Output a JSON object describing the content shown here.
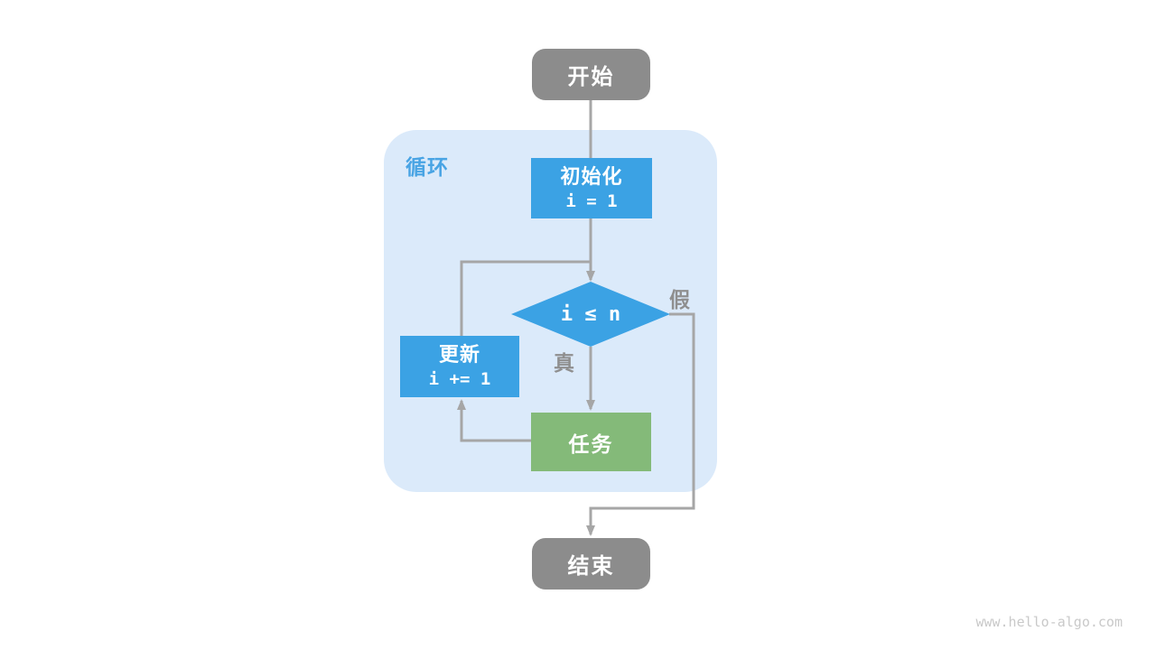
{
  "watermark": "www.hello-algo.com",
  "flowchart": {
    "container": {
      "label": "循环"
    },
    "nodes": {
      "start": {
        "label": "开始"
      },
      "init": {
        "label": "初始化",
        "code": "i = 1"
      },
      "condition": {
        "label": "i ≤ n"
      },
      "update": {
        "label": "更新",
        "code": "i += 1"
      },
      "task": {
        "label": "任务"
      },
      "end": {
        "label": "结束"
      }
    },
    "branch_labels": {
      "true_branch": "真",
      "false_branch": "假"
    },
    "colors": {
      "process_blue": "#3ba2e4",
      "task_green": "#84ba79",
      "terminal_gray": "#8c8c8c",
      "container_bg": "#dbeafa",
      "connector_gray": "#a6a6a6",
      "branch_label_gray": "#8f8f8f"
    }
  }
}
